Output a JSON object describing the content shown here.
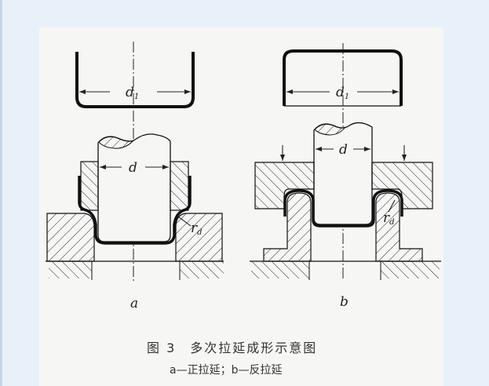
{
  "figure": {
    "panel_a": {
      "label": "a",
      "d1_symbol": "d",
      "d1_subscript": "1",
      "d_symbol": "d",
      "rd_symbol": "r",
      "rd_subscript": "d"
    },
    "panel_b": {
      "label": "b",
      "d1_symbol": "d",
      "d1_subscript": "1",
      "d_symbol": "d",
      "rd_symbol": "r",
      "rd_subscript": "d"
    },
    "caption": "图 3　多次拉延成形示意图",
    "legend": "a—正拉延；b—反拉延"
  },
  "colors": {
    "background": "#e8f1fa",
    "paper": "#f6f6f5",
    "ink": "#1a1a1a"
  }
}
